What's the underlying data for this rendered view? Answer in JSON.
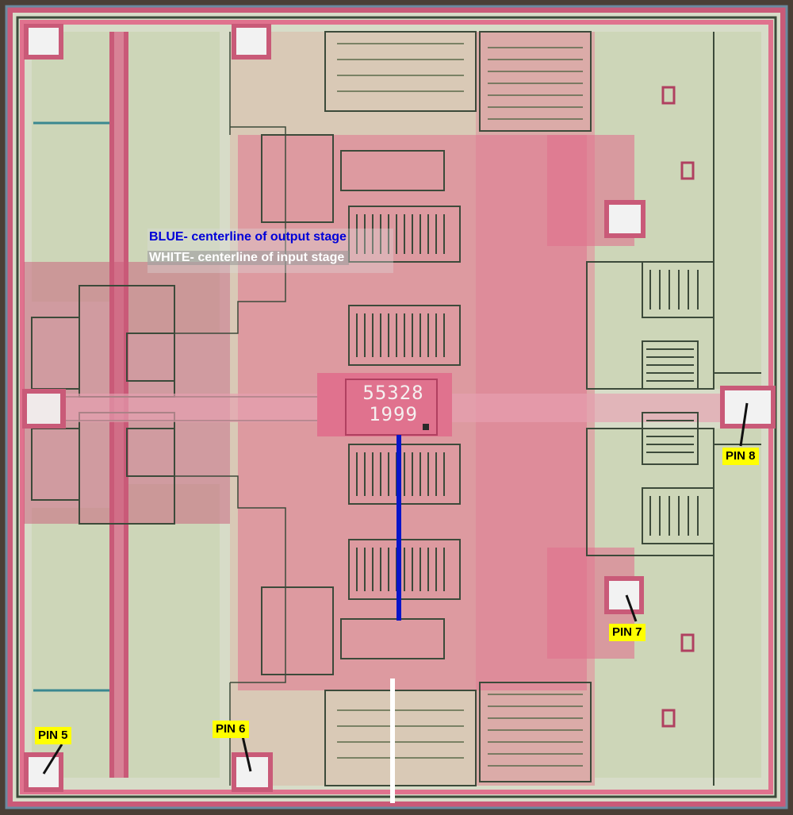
{
  "legend": {
    "blue_text": "BLUE- centerline of output stage",
    "white_text": "WHITE- centerline of input stage"
  },
  "chip_marking": {
    "line1": "55328",
    "line2": "1999"
  },
  "pins": [
    {
      "label": "PIN 5"
    },
    {
      "label": "PIN 6"
    },
    {
      "label": "PIN 7"
    },
    {
      "label": "PIN 8"
    }
  ],
  "colors": {
    "substrate": "#c9d2b6",
    "metal_pink": "#e0728e",
    "trace_dark": "#3c4a3a",
    "bond_pad": "#f2f2f2",
    "blue_line": "#0a14c8",
    "white_line": "#ffffff",
    "pin_label_bg": "#ffff00"
  }
}
